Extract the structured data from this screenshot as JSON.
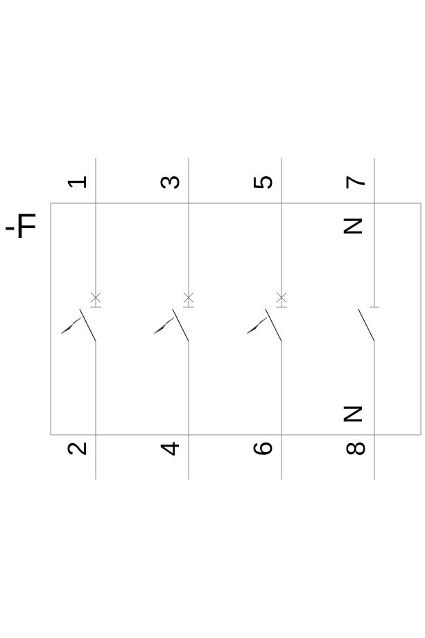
{
  "device": {
    "designation": "-F"
  },
  "poles": [
    {
      "top_terminal": "1",
      "bottom_terminal": "2",
      "type": "overcurrent-trip"
    },
    {
      "top_terminal": "3",
      "bottom_terminal": "4",
      "type": "overcurrent-trip"
    },
    {
      "top_terminal": "5",
      "bottom_terminal": "6",
      "type": "overcurrent-trip"
    },
    {
      "top_terminal": "7",
      "bottom_terminal": "8",
      "type": "neutral",
      "top_marker": "N",
      "bottom_marker": "N"
    }
  ],
  "colors": {
    "line": "#8a8a8a",
    "text": "#000000",
    "symbol": "#222222"
  }
}
